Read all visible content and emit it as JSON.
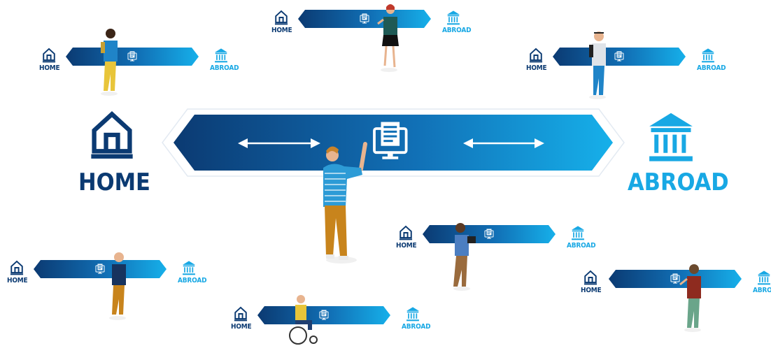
{
  "colors": {
    "home": "#0b3a72",
    "abroad": "#18a8e4",
    "bar_dark": "#0b3a72",
    "bar_light": "#16b0ea"
  },
  "main": {
    "home_label": "HOME",
    "abroad_label": "ABROAD",
    "home_icon": "home-icon",
    "abroad_icon": "institution-icon",
    "center_icon": "document-monitor-icon",
    "arrows": "bidirectional-arrows"
  },
  "mini_diagrams": [
    {
      "id": "top-center",
      "home": "HOME",
      "abroad": "ABROAD"
    },
    {
      "id": "top-left",
      "home": "HOME",
      "abroad": "ABROAD"
    },
    {
      "id": "top-right",
      "home": "HOME",
      "abroad": "ABROAD"
    },
    {
      "id": "mid-right",
      "home": "HOME",
      "abroad": "ABROAD"
    },
    {
      "id": "bottom-left",
      "home": "HOME",
      "abroad": "ABROAD"
    },
    {
      "id": "bottom-center",
      "home": "HOME",
      "abroad": "ABROAD"
    },
    {
      "id": "bottom-right",
      "home": "HOME",
      "abroad": "ABROAD"
    }
  ]
}
